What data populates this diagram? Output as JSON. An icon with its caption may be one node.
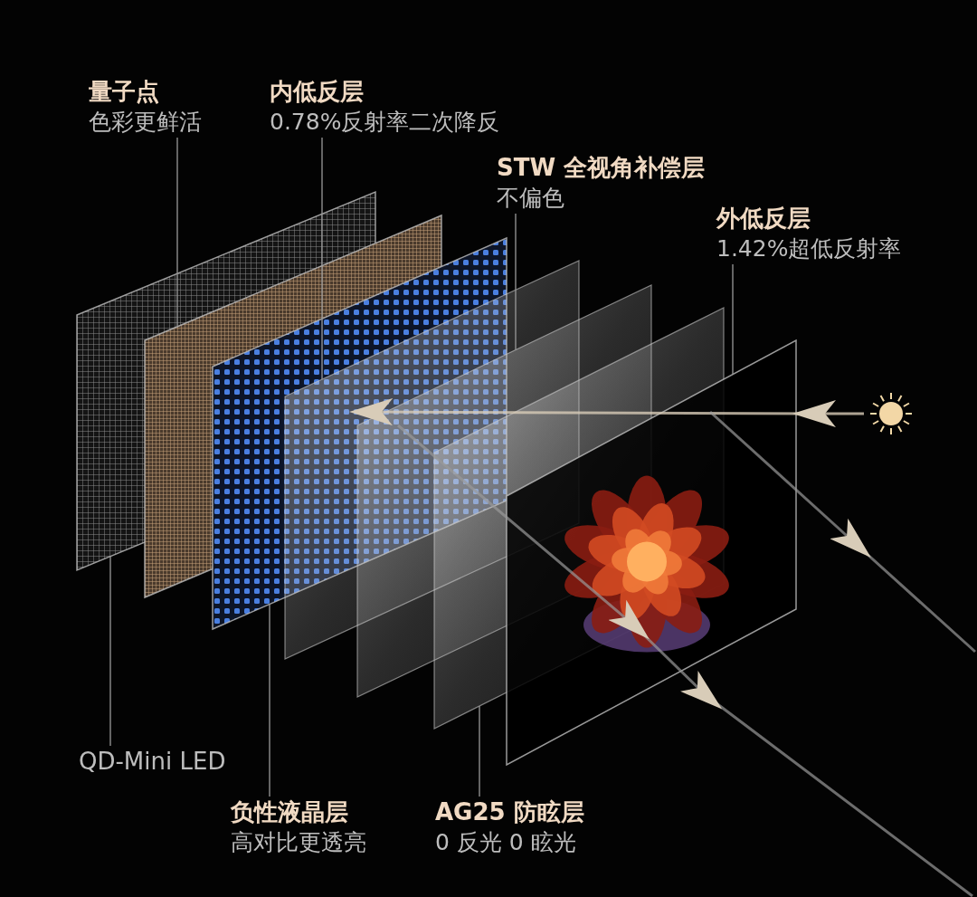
{
  "diagram": {
    "nodes": [
      {
        "text": [
          "量子点",
          "色彩更鲜活"
        ]
      },
      {
        "text": [
          "内低反层",
          "0.78%反射率二次降反"
        ]
      },
      {
        "text": [
          "STW 全视角补偿层",
          "不偏色"
        ]
      },
      {
        "text": [
          "外低反层",
          "1.42%超低反射率"
        ]
      },
      {
        "text": [
          "QD-Mini LED"
        ]
      },
      {
        "text": [
          "负性液晶层",
          "高对比更透亮"
        ]
      },
      {
        "text": [
          "AG25 防眩层",
          "0 反光 0 眩光"
        ]
      },
      {
        "text": [],
        "shape": "box"
      },
      {
        "text": [],
        "shape": "box"
      },
      {
        "text": [],
        "shape": "box"
      },
      {
        "text": [],
        "shape": "box"
      },
      {
        "text": [],
        "shape": "box"
      },
      {
        "text": [],
        "shape": "box"
      },
      {
        "text": [],
        "shape": "picture"
      }
    ],
    "edges": [
      {
        "from": 0,
        "to": 8,
        "arrow": "none"
      },
      {
        "from": 1,
        "to": 10,
        "arrow": "none"
      },
      {
        "from": 2,
        "to": 11,
        "arrow": "none"
      },
      {
        "from": 3,
        "to": 13,
        "arrow": "none"
      },
      {
        "from": 4,
        "to": 7,
        "arrow": "none"
      },
      {
        "from": 5,
        "to": 9,
        "arrow": "none"
      },
      {
        "from": 6,
        "to": 12,
        "arrow": "none"
      }
    ]
  }
}
